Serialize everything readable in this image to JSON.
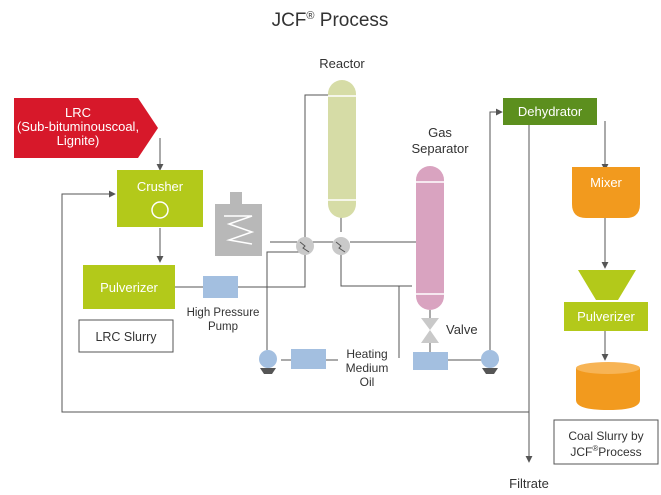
{
  "title": {
    "main": "JCF",
    "reg": "®",
    "rest": " Process"
  },
  "nodes": {
    "lrc": {
      "line1": "LRC",
      "line2": "(Sub-bituminouscoal,",
      "line3": "Lignite)"
    },
    "crusher": "Crusher",
    "pulverizer_left": "Pulverizer",
    "lrc_slurry": "LRC Slurry",
    "high_pressure_pump": {
      "line1": "High Pressure",
      "line2": "Pump"
    },
    "reactor": "Reactor",
    "gas_separator": {
      "line1": "Gas",
      "line2": "Separator"
    },
    "valve": "Valve",
    "heating_medium_oil": {
      "line1": "Heating",
      "line2": "Medium",
      "line3": "Oil"
    },
    "dehydrator": "Dehydrator",
    "mixer": "Mixer",
    "pulverizer_right": "Pulverizer",
    "coal_slurry": {
      "line1": "Coal Slurry by",
      "line2": "JCF",
      "reg": "®",
      "line2b": "Process"
    },
    "filtrate": "Filtrate"
  },
  "colors": {
    "lrc_red": "#d7182a",
    "green": "#b3c91a",
    "dark_green": "#5c8f1e",
    "orange": "#f29a1e",
    "reactor_fill": "#d6dca6",
    "separator_fill": "#d9a3c0",
    "blue_equipment": "#a3bfe0",
    "gray_equipment": "#b8b8b8",
    "pump_circle": "#c9c9c9"
  },
  "icons": [
    "valve-icon",
    "pump-icon",
    "heat-exchanger-icon",
    "arrow-icon"
  ]
}
